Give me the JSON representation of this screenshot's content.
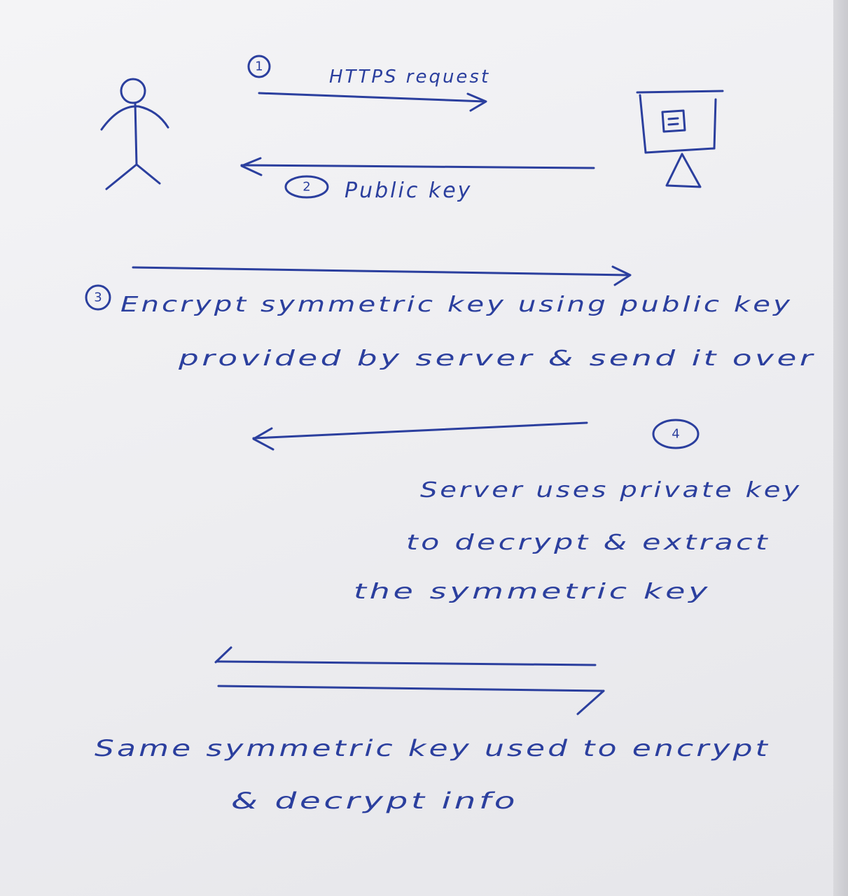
{
  "steps": {
    "s1": {
      "number": "1",
      "label": "HTTPS request"
    },
    "s2": {
      "number": "2",
      "label": "Public key"
    },
    "s3": {
      "number": "3",
      "line1": "Encrypt symmetric key using public key",
      "line2": "provided by server & send it over"
    },
    "s4": {
      "number": "4",
      "line1": "Server uses private key",
      "line2": "to decrypt & extract",
      "line3": "the symmetric key"
    },
    "s5": {
      "line1": "Same symmetric key used to encrypt",
      "line2": "& decrypt info"
    }
  },
  "actors": {
    "client_icon": "stick-figure-icon",
    "server_icon": "monitor-icon"
  },
  "colors": {
    "ink": "#2b3f9e",
    "paper": "#f2f2f4"
  }
}
